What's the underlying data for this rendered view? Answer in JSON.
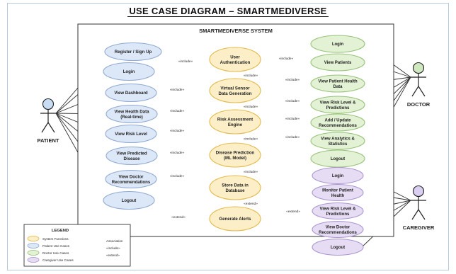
{
  "title": "USE CASE DIAGRAM – SMARTMEDIVERSE",
  "system_title": "SMARTMEDIVERSE SYSTEM",
  "actors": {
    "patient": "PATIENT",
    "doctor": "DOCTOR",
    "caregiver": "CAREGIVER"
  },
  "colors": {
    "system": "#fcefc8",
    "system_stroke": "#e2b949",
    "patient": "#dce7f7",
    "patient_stroke": "#8faad1",
    "doctor": "#e3f1d4",
    "doctor_stroke": "#98c27a",
    "caregiver": "#e6dcf3",
    "caregiver_stroke": "#ab96cf",
    "actor_blue": "#2a5fa8",
    "actor_green": "#3f8a2a",
    "actor_purple": "#6a4aa8"
  },
  "patient_cases": [
    "Register / Sign Up",
    "Login",
    "View Dashboard",
    "View Health Data (Real-time)",
    "View Risk Level",
    "View Predicted Disease",
    "View Doctor Recommendations",
    "Logout"
  ],
  "system_cases": [
    "User Authentication",
    "Virtual Sensor Data Generation",
    "Risk Assessment Engine",
    "Disease Prediction (ML Model)",
    "Store Data in Database",
    "Generate Alerts"
  ],
  "doctor_cases": [
    "Login",
    "View Patients",
    "View Patient Health Data",
    "View Risk Level & Predictions",
    "Add / Update Recommendations",
    "View Analytics & Statistics",
    "Logout"
  ],
  "caregiver_cases": [
    "Login",
    "Monitor Patient Health",
    "View Risk Level & Predictions",
    "View Doctor Recommendations",
    "Logout"
  ],
  "relations": {
    "include": "«include»",
    "extend": "«extend»"
  },
  "legend": {
    "title": "LEGEND",
    "items": [
      "System Functions",
      "Patient Use Cases",
      "Doctor Use Cases",
      "Caregiver Use Cases"
    ],
    "lines": [
      "Association",
      "«include»",
      "«extend»"
    ]
  }
}
